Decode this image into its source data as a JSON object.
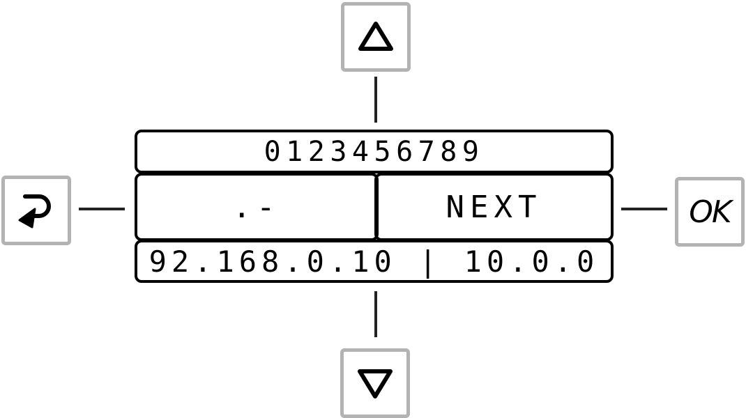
{
  "buttons": {
    "up": {
      "icon": "triangle-up-icon"
    },
    "down": {
      "icon": "triangle-down-icon"
    },
    "back": {
      "icon": "return-arrow-icon"
    },
    "ok": {
      "label": "OK"
    }
  },
  "lcd": {
    "row1": "0123456789",
    "row2_left": ".-",
    "row2_right": "NEXT",
    "row3": "92.168.0.10 | 10.0.0"
  }
}
